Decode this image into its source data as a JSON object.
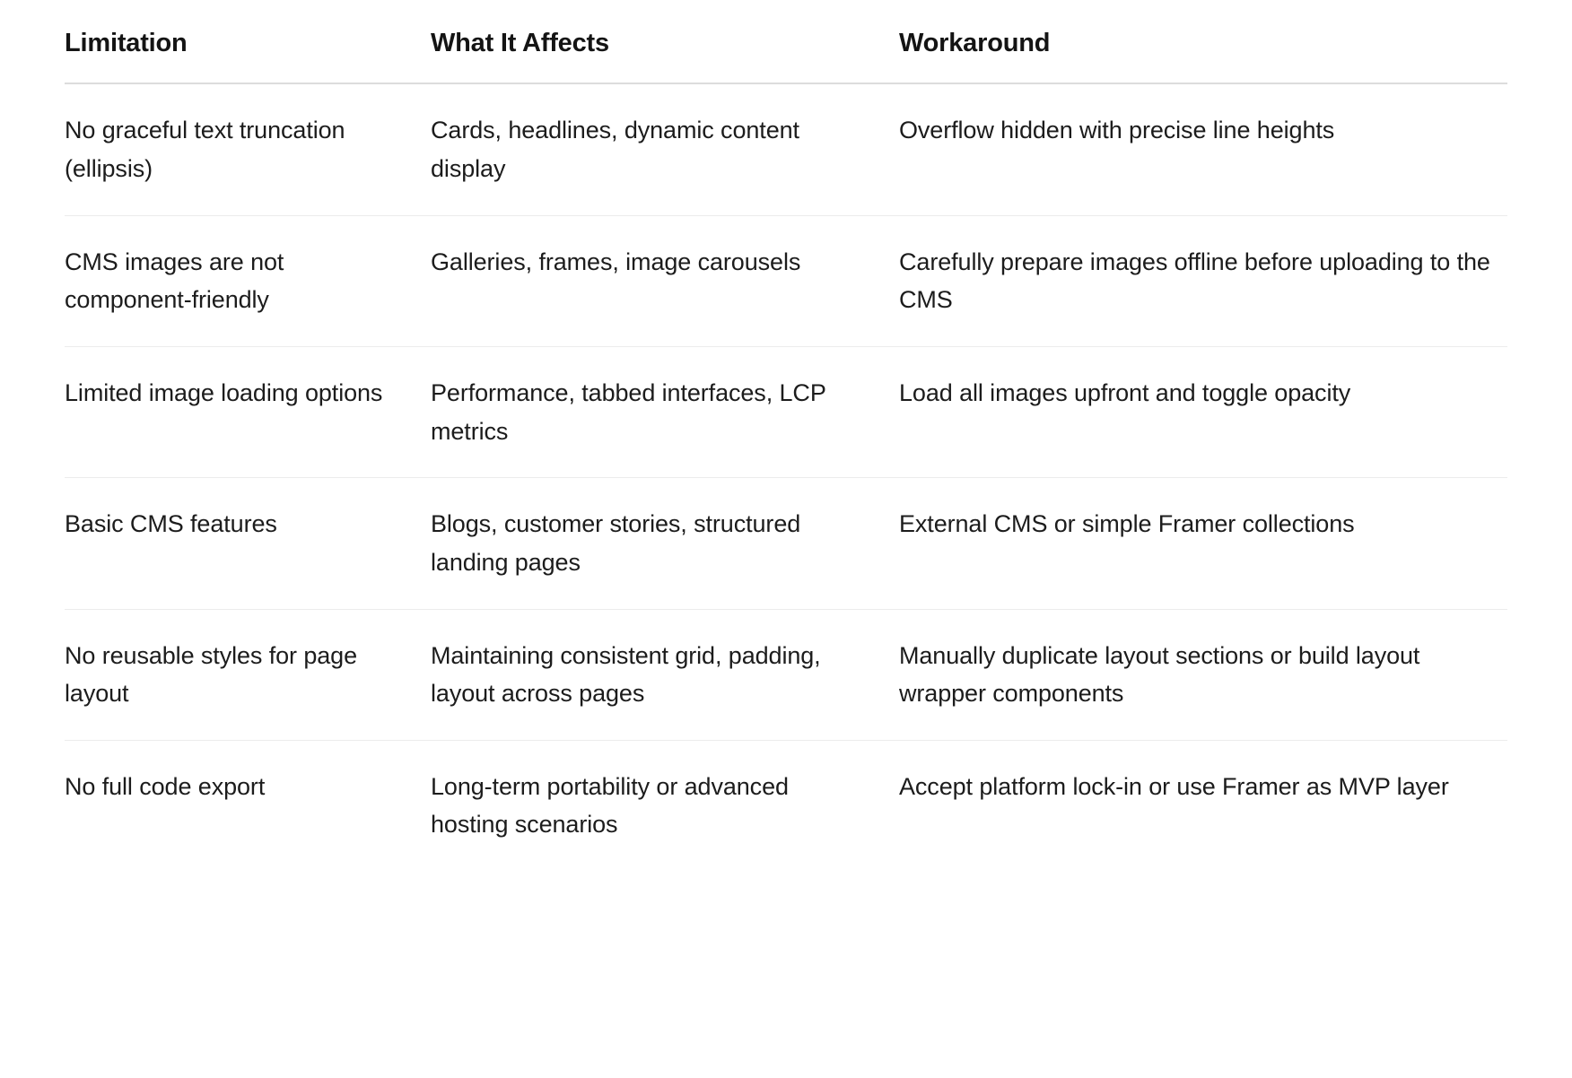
{
  "table": {
    "headers": [
      {
        "label": "Limitation"
      },
      {
        "label": "What It Affects"
      },
      {
        "label": "Workaround"
      }
    ],
    "rows": [
      {
        "limitation": "No graceful text truncation (ellipsis)",
        "affects": "Cards, headlines, dynamic content display",
        "workaround": "Overflow hidden with precise line heights"
      },
      {
        "limitation": "CMS images are not component-friendly",
        "affects": "Galleries, frames, image carousels",
        "workaround": "Carefully prepare images offline before uploading to the CMS"
      },
      {
        "limitation": "Limited image loading options",
        "affects": "Performance, tabbed interfaces, LCP metrics",
        "workaround": "Load all images upfront and toggle opacity"
      },
      {
        "limitation": "Basic CMS features",
        "affects": "Blogs, customer stories, structured landing pages",
        "workaround": "External CMS or simple Framer collections"
      },
      {
        "limitation": "No reusable styles for page layout",
        "affects": "Maintaining consistent grid, padding, layout across pages",
        "workaround": "Manually duplicate layout sections or build layout wrapper components"
      },
      {
        "limitation": "No full code export",
        "affects": "Long-term portability or advanced hosting scenarios",
        "workaround": "Accept platform lock-in or use Framer as MVP layer"
      }
    ]
  },
  "colors": {
    "text": "#1c1c1c",
    "header_text": "#141414",
    "header_rule": "#dcdcdc",
    "row_rule": "#ececec",
    "background": "#ffffff"
  }
}
